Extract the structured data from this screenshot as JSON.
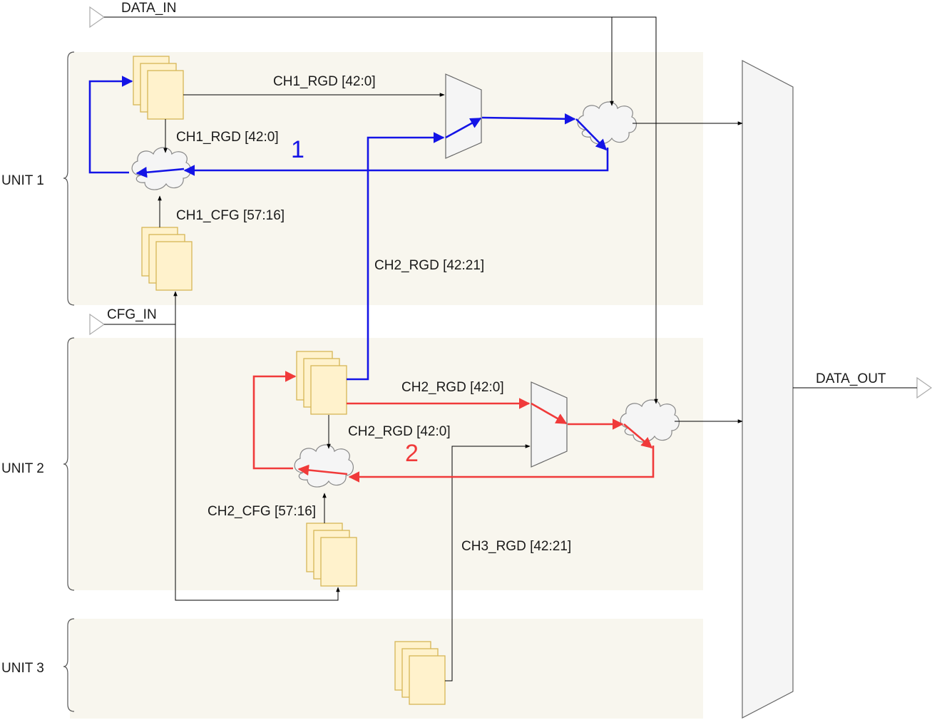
{
  "units": [
    {
      "label": "UNIT 1"
    },
    {
      "label": "UNIT 2"
    },
    {
      "label": "UNIT 3"
    }
  ],
  "ports": {
    "data_in": "DATA_IN",
    "cfg_in": "CFG_IN",
    "data_out": "DATA_OUT"
  },
  "signals": {
    "ch1_rgd_top": "CH1_RGD [42:0]",
    "ch1_rgd_down": "CH1_RGD [42:0]",
    "ch1_cfg": "CH1_CFG [57:16]",
    "ch2_rgd_up": "CH2_RGD [42:21]",
    "ch2_rgd_right": "CH2_RGD [42:0]",
    "ch2_rgd_down": "CH2_RGD [42:0]",
    "ch2_cfg": "CH2_CFG [57:16]",
    "ch3_rgd": "CH3_RGD [42:21]"
  },
  "paths": {
    "path1": {
      "number": "1",
      "color": "#1414e6"
    },
    "path2": {
      "number": "2",
      "color": "#f03a3a"
    }
  },
  "colors": {
    "unit_background": "#f8f6ee",
    "register_fill": "#fff2cc",
    "register_stroke": "#d6b656",
    "mux_fill": "#f5f5f5",
    "mux_stroke": "#666666"
  }
}
